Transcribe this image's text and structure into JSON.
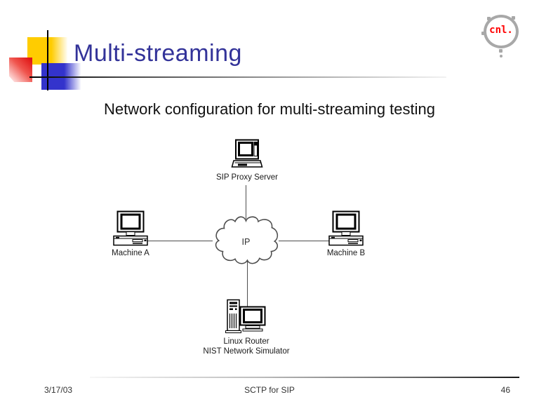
{
  "slide": {
    "title": "Multi-streaming",
    "subtitle": "Network configuration for multi-streaming testing",
    "logo": {
      "text": "cnl."
    },
    "footer": {
      "date": "3/17/03",
      "center": "SCTP for SIP",
      "page_number": "46"
    },
    "colors": {
      "title_text": "#333399",
      "deco_yellow": "#ffcc00",
      "deco_blue": "#3333cc",
      "deco_red": "#e01818",
      "logo_red": "#ff0000",
      "logo_ring": "#a8a8a8",
      "diagram_line": "#4d4d4d"
    }
  },
  "diagram": {
    "nodes": {
      "sip_proxy": {
        "label": "SIP Proxy Server",
        "icon": "workstation-computer"
      },
      "ip_cloud": {
        "label": "IP",
        "icon": "network-cloud"
      },
      "machine_a": {
        "label": "Machine A",
        "icon": "desktop-computer"
      },
      "machine_b": {
        "label": "Machine B",
        "icon": "desktop-computer"
      },
      "linux_router": {
        "label": "Linux Router",
        "sublabel": "NIST Network Simulator",
        "icon": "tower-computer"
      }
    },
    "edges": [
      {
        "from": "sip_proxy",
        "to": "ip_cloud"
      },
      {
        "from": "machine_a",
        "to": "ip_cloud"
      },
      {
        "from": "machine_b",
        "to": "ip_cloud"
      },
      {
        "from": "linux_router",
        "to": "ip_cloud"
      }
    ]
  }
}
